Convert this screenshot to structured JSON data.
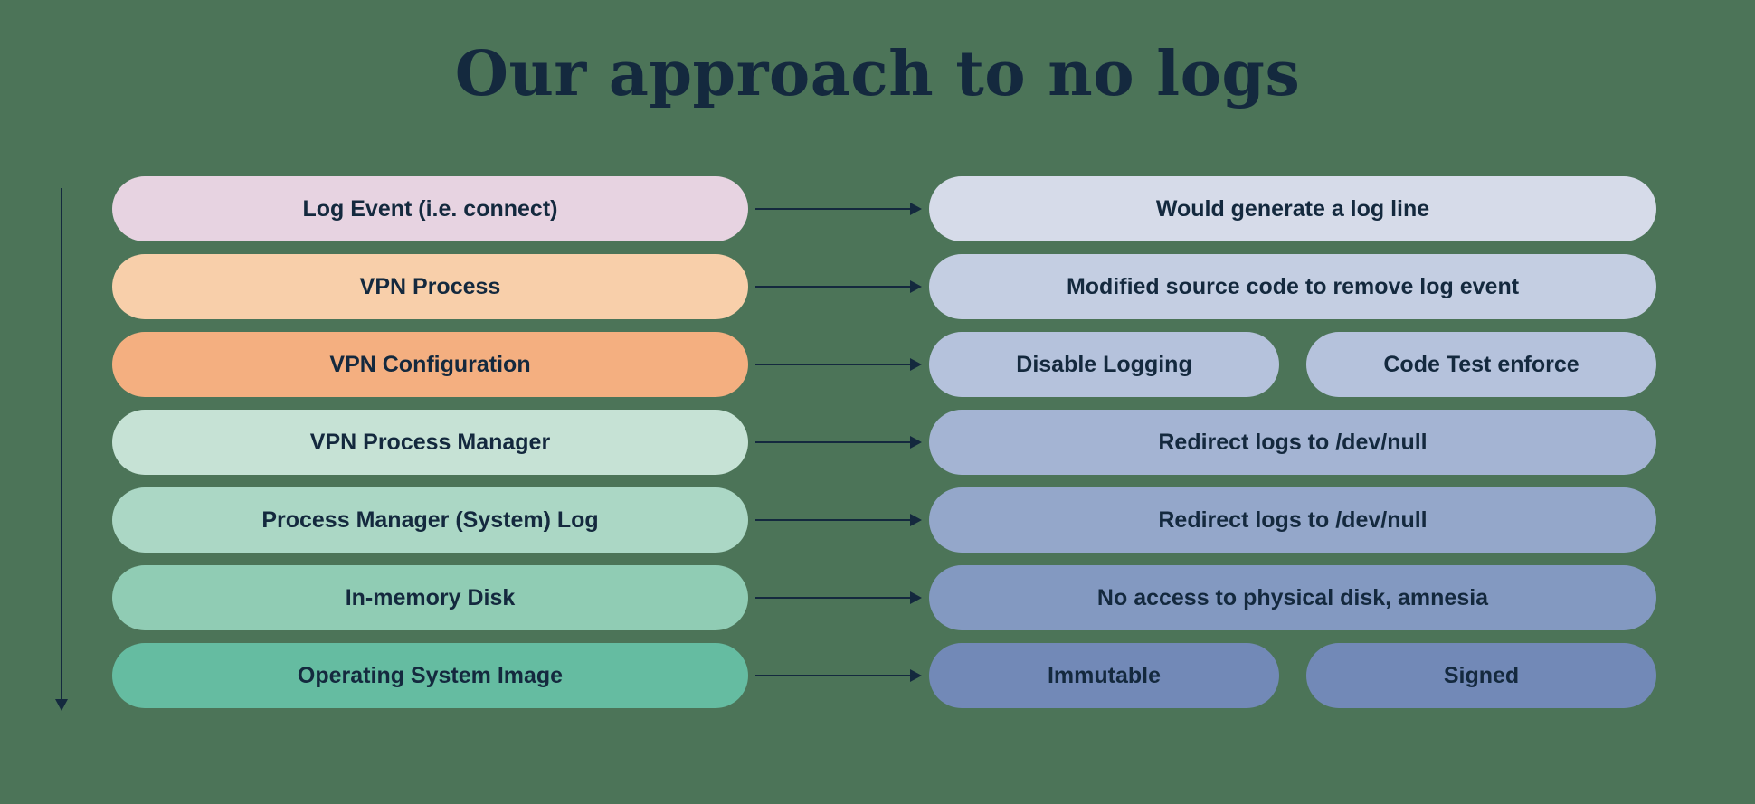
{
  "title": "Our approach to no logs",
  "colors": {
    "background": "#4C7458",
    "text": "#14293E",
    "arrow": "#14293E"
  },
  "icons": {
    "right_arrow": "right-arrow-icon",
    "down_arrow": "down-arrow-icon"
  },
  "rows": [
    {
      "left": {
        "label": "Log Event (i.e. connect)",
        "color": "#E7D3E1"
      },
      "right": [
        {
          "label": "Would generate a log line",
          "color": "#D6DBE9"
        }
      ]
    },
    {
      "left": {
        "label": "VPN Process",
        "color": "#F8CFAA"
      },
      "right": [
        {
          "label": "Modified source code to remove log event",
          "color": "#C4CEE2"
        }
      ]
    },
    {
      "left": {
        "label": "VPN Configuration",
        "color": "#F4AF80"
      },
      "right": [
        {
          "label": "Disable Logging",
          "color": "#B5C2DC"
        },
        {
          "label": "Code Test enforce",
          "color": "#B5C2DC"
        }
      ]
    },
    {
      "left": {
        "label": "VPN Process Manager",
        "color": "#C6E2D5"
      },
      "right": [
        {
          "label": "Redirect logs to /dev/null",
          "color": "#A4B4D3"
        }
      ]
    },
    {
      "left": {
        "label": "Process Manager (System) Log",
        "color": "#ABD7C5"
      },
      "right": [
        {
          "label": "Redirect logs to /dev/null",
          "color": "#94A7CA"
        }
      ]
    },
    {
      "left": {
        "label": "In-memory Disk",
        "color": "#90CCB4"
      },
      "right": [
        {
          "label": "No access to physical disk, amnesia",
          "color": "#8399C1"
        }
      ]
    },
    {
      "left": {
        "label": "Operating System Image",
        "color": "#65BCA1"
      },
      "right": [
        {
          "label": "Immutable",
          "color": "#7289B7"
        },
        {
          "label": "Signed",
          "color": "#7289B7"
        }
      ]
    }
  ]
}
